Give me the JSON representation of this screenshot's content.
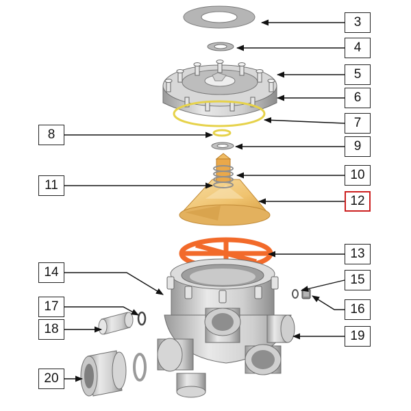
{
  "diagram": {
    "highlighted_part": "12",
    "colors": {
      "highlight_border": "#cc1f1f",
      "cone_gold": "#f2c877",
      "handle_orange": "#f26a2a",
      "oring_yellow": "#e6d24a",
      "gray_part": "#c8c8c8"
    },
    "parts": [
      {
        "number": "3"
      },
      {
        "number": "4"
      },
      {
        "number": "5"
      },
      {
        "number": "6"
      },
      {
        "number": "7"
      },
      {
        "number": "8"
      },
      {
        "number": "9"
      },
      {
        "number": "10"
      },
      {
        "number": "11"
      },
      {
        "number": "12"
      },
      {
        "number": "13"
      },
      {
        "number": "14"
      },
      {
        "number": "15"
      },
      {
        "number": "16"
      },
      {
        "number": "17"
      },
      {
        "number": "18"
      },
      {
        "number": "19"
      },
      {
        "number": "20"
      }
    ]
  }
}
